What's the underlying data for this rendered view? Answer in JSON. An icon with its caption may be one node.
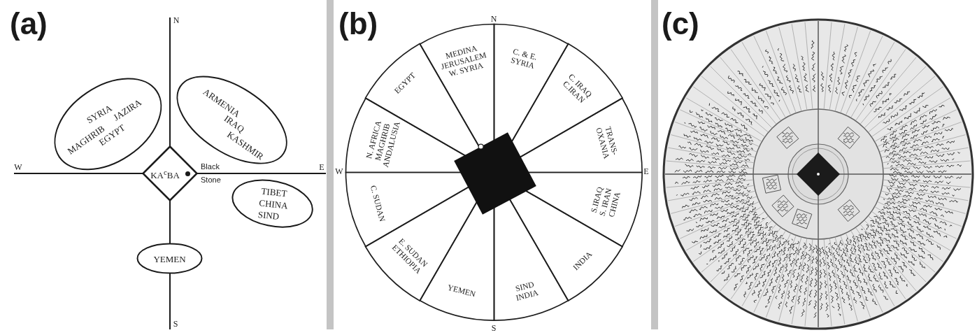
{
  "diagram": {
    "nodes": [
      {
        "text": [
          "KA$^{c}$BA"
        ],
        "beside": [
          "Black Stone"
        ]
      },
      {
        "text": [
          "SYRIA",
          "JAZIRA",
          "MAGHRIB",
          "EGYPT"
        ]
      },
      {
        "text": [
          "ARMENIA",
          "IRAQ",
          "KASHMIR"
        ]
      },
      {
        "text": [
          "TIBET",
          "CHINA",
          "SIND"
        ]
      },
      {
        "text": [
          "YEMEN"
        ]
      },
      {
        "text": [
          "MEDINA",
          "JERUSALEM",
          "W. SYRIA"
        ]
      },
      {
        "text": [
          "C. & E. SYRIA"
        ]
      },
      {
        "text": [
          "C. IRAQ",
          "C.IRAN"
        ]
      },
      {
        "text": [
          "TRANS- OXANIA"
        ]
      },
      {
        "text": [
          "S.IRAQ",
          "S. IRAN",
          "CHINA"
        ]
      },
      {
        "text": [
          "INDIA"
        ]
      },
      {
        "text": [
          "SIND",
          "INDIA"
        ]
      },
      {
        "text": [
          "YEMEN"
        ]
      },
      {
        "text": [
          "E. SUDAN",
          "ETHIOPIA"
        ]
      },
      {
        "text": [
          "C. SUDAN"
        ]
      },
      {
        "text": [
          "N. AFRICA",
          "MAGHRIB",
          "ANDALUSIA"
        ]
      },
      {
        "text": [
          "EGYPT"
        ]
      }
    ],
    "labels": [
      "(a)",
      "N",
      "W",
      "E",
      "S",
      "(b)",
      "N",
      "W",
      "E",
      "S",
      "(c)"
    ]
  }
}
